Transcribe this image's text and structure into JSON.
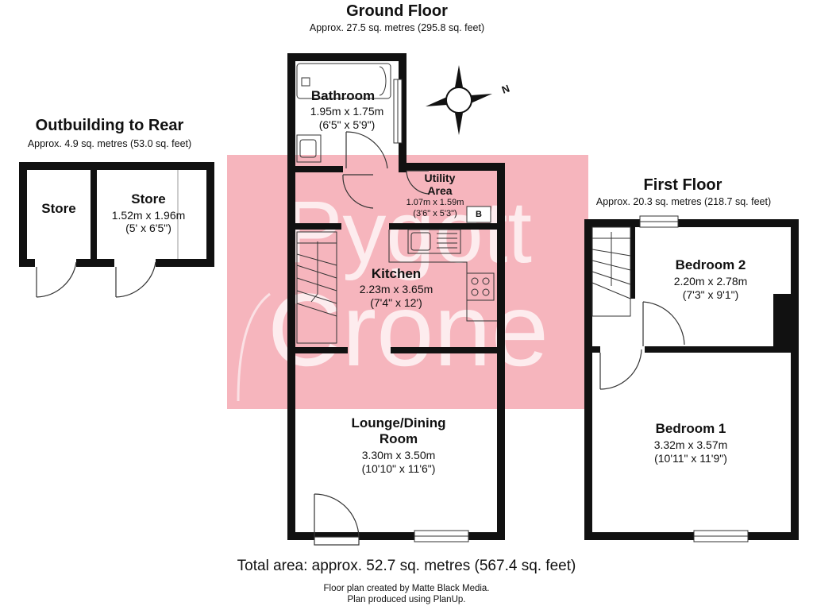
{
  "watermark": {
    "line1": "Pygott",
    "line2": "Crone",
    "color": "#f0a0a8"
  },
  "compass": {
    "label": "N"
  },
  "ground_floor": {
    "title": "Ground Floor",
    "area": "Approx. 27.5 sq. metres (295.8 sq. feet)",
    "rooms": {
      "bathroom": {
        "name": "Bathroom",
        "metric": "1.95m x 1.75m",
        "imperial": "(6'5\" x 5'9\")"
      },
      "utility": {
        "name_line1": "Utility",
        "name_line2": "Area",
        "metric": "1.07m x 1.59m",
        "imperial": "(3'6\" x 5'3\")",
        "boiler": "B"
      },
      "kitchen": {
        "name": "Kitchen",
        "metric": "2.23m x 3.65m",
        "imperial": "(7'4\" x 12')"
      },
      "lounge": {
        "name_line1": "Lounge/Dining",
        "name_line2": "Room",
        "metric": "3.30m x 3.50m",
        "imperial": "(10'10\" x 11'6\")"
      }
    }
  },
  "outbuilding": {
    "title": "Outbuilding to Rear",
    "area": "Approx. 4.9 sq. metres (53.0 sq. feet)",
    "rooms": {
      "store_small": {
        "name": "Store"
      },
      "store_large": {
        "name": "Store",
        "metric": "1.52m x 1.96m",
        "imperial": "(5' x 6'5\")"
      }
    }
  },
  "first_floor": {
    "title": "First Floor",
    "area": "Approx. 20.3 sq. metres (218.7 sq. feet)",
    "rooms": {
      "bedroom2": {
        "name": "Bedroom 2",
        "metric": "2.20m x 2.78m",
        "imperial": "(7'3\" x 9'1\")"
      },
      "bedroom1": {
        "name": "Bedroom 1",
        "metric": "3.32m x 3.57m",
        "imperial": "(10'11\" x 11'9\")"
      }
    }
  },
  "total_area": "Total area: approx. 52.7 sq. metres (567.4 sq. feet)",
  "credits": {
    "line1": "Floor plan created by Matte Black Media.",
    "line2": "Plan produced using PlanUp."
  }
}
